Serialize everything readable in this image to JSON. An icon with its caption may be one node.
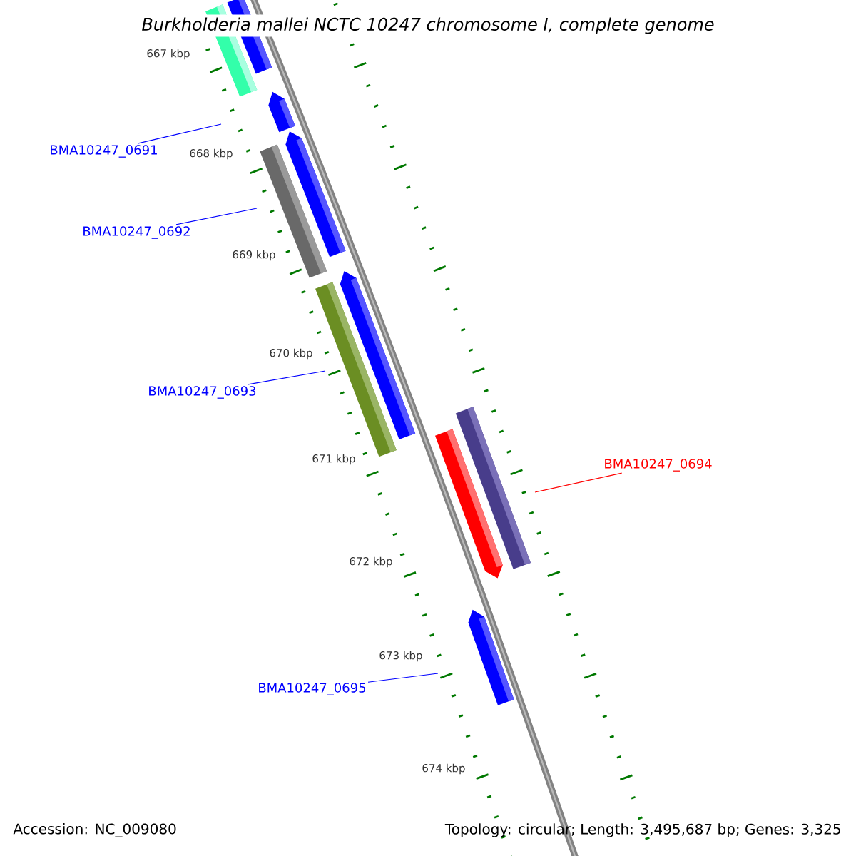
{
  "diagram": {
    "title": "Burkholderia mallei NCTC 10247 chromosome I, complete genome",
    "nodes": [
      {
        "text": [
          "BMA10247_0691"
        ]
      },
      {
        "text": [
          "BMA10247_0692"
        ]
      },
      {
        "text": [
          "BMA10247_0693"
        ]
      },
      {
        "text": [
          "BMA10247_0694"
        ]
      },
      {
        "text": [
          "BMA10247_0695"
        ]
      }
    ],
    "edges": [
      {
        "from": 0,
        "to": null,
        "arrow": "none"
      },
      {
        "from": 1,
        "to": null,
        "arrow": "none"
      },
      {
        "from": 2,
        "to": null,
        "arrow": "none"
      },
      {
        "from": 3,
        "to": null,
        "arrow": "none",
        "color": "#ff0000"
      },
      {
        "from": 4,
        "to": null,
        "arrow": "none"
      }
    ],
    "labels": [
      "667 kbp",
      "668 kbp",
      "669 kbp",
      "670 kbp",
      "671 kbp",
      "672 kbp",
      "673 kbp",
      "674 kbp",
      "Accession: NC_009080",
      "Topology: circular; Length: 3,495,687 bp; Genes: 3,325"
    ]
  }
}
